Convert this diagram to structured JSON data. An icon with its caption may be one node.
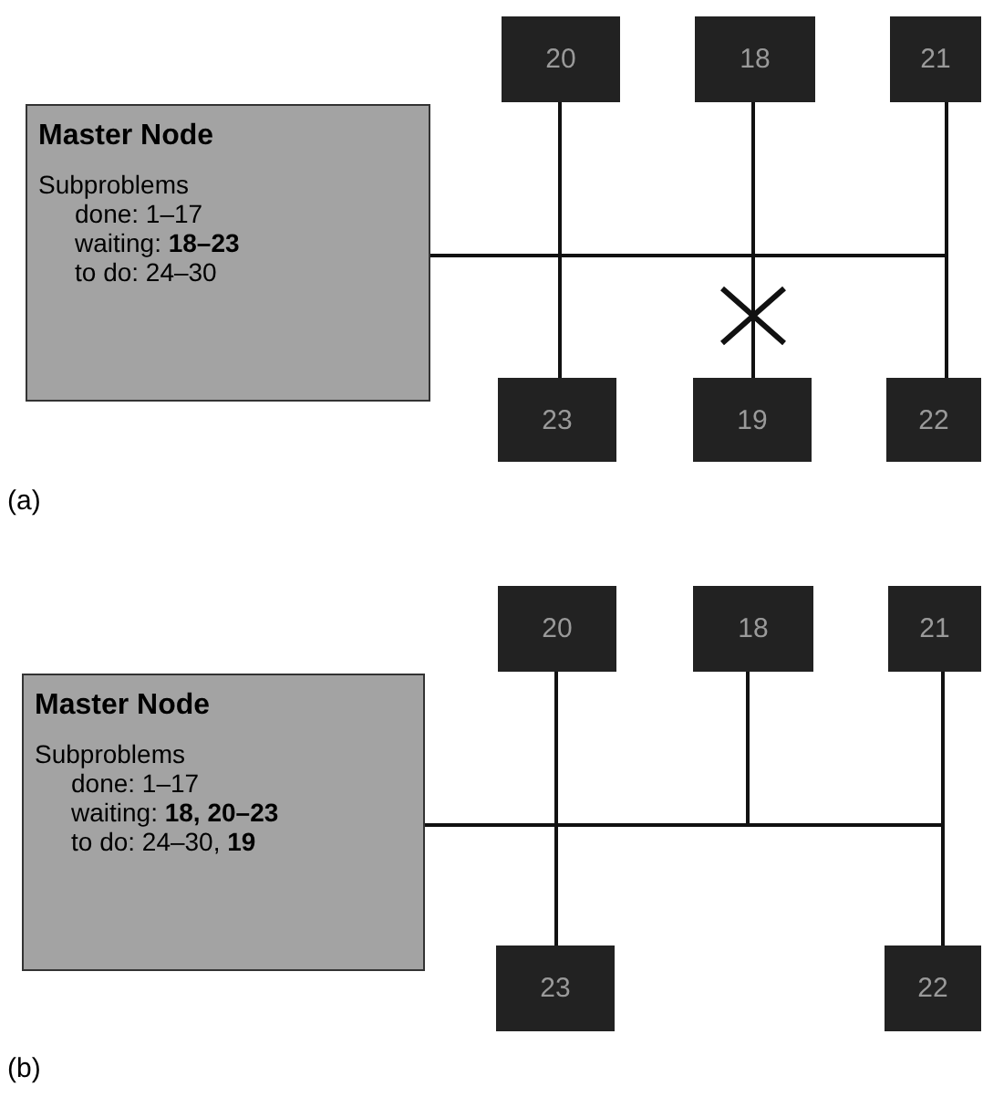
{
  "diagram": {
    "nodes": [
      {
        "text": [
          "Master Node",
          "Subproblems",
          "done: 1–17",
          "waiting: **18–23**",
          "to do: 24–30"
        ]
      },
      {
        "text": [
          "20"
        ]
      },
      {
        "text": [
          "18"
        ]
      },
      {
        "text": [
          "21"
        ]
      },
      {
        "text": [
          "23"
        ]
      },
      {
        "text": [
          "19"
        ]
      },
      {
        "text": [
          "22"
        ]
      },
      {
        "text": [
          "Master Node",
          "Subproblems",
          "done: 1–17",
          "waiting: **18, 20–23**",
          "to do: 24–30, **19**"
        ]
      },
      {
        "text": [
          "20"
        ]
      },
      {
        "text": [
          "18"
        ]
      },
      {
        "text": [
          "21"
        ]
      },
      {
        "text": [
          "23"
        ]
      },
      {
        "text": [
          "22"
        ]
      }
    ],
    "edges": [
      {
        "from": 0,
        "to": 1,
        "arrow": "none"
      },
      {
        "from": 0,
        "to": 2,
        "arrow": "none"
      },
      {
        "from": 0,
        "to": 3,
        "arrow": "none"
      },
      {
        "from": 0,
        "to": 4,
        "arrow": "none"
      },
      {
        "from": 0,
        "to": 5,
        "arrow": "none"
      },
      {
        "from": 0,
        "to": 6,
        "arrow": "none"
      },
      {
        "from": 7,
        "to": 8,
        "arrow": "none"
      },
      {
        "from": 7,
        "to": 9,
        "arrow": "none"
      },
      {
        "from": 7,
        "to": 10,
        "arrow": "none"
      },
      {
        "from": 7,
        "to": 11,
        "arrow": "none"
      },
      {
        "from": 7,
        "to": 12,
        "arrow": "none"
      }
    ],
    "labels": [
      "(a)",
      "(b)"
    ]
  }
}
